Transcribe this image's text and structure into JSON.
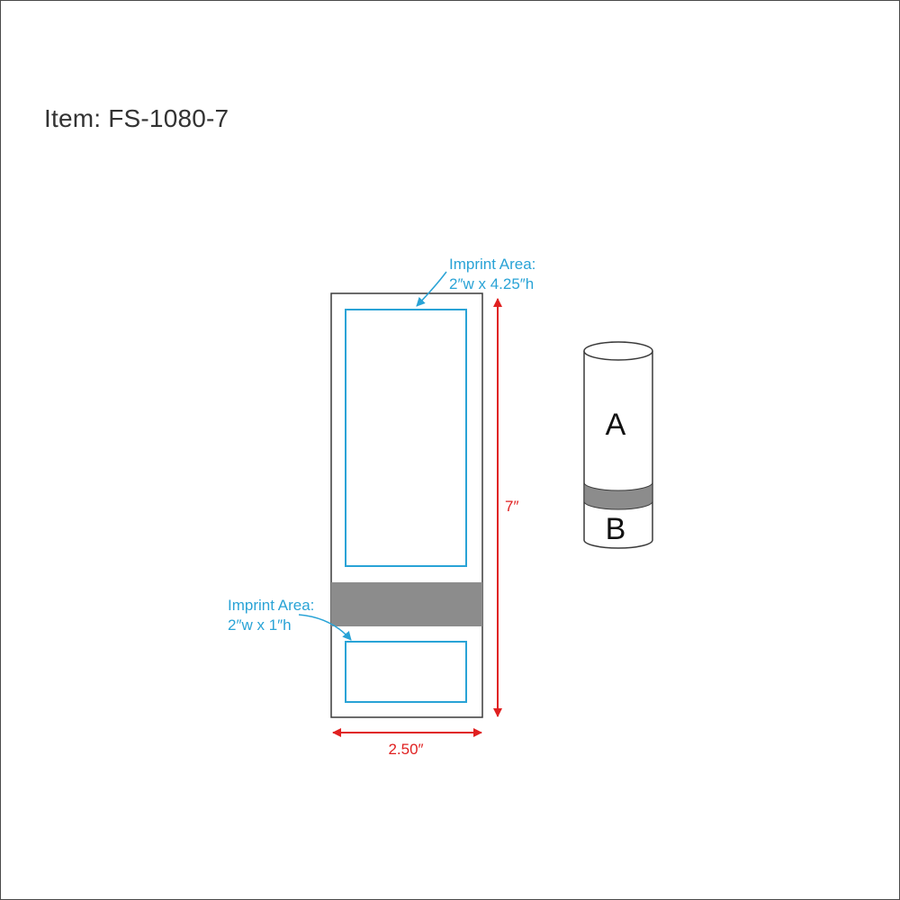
{
  "item": {
    "title": "Item: FS-1080-7"
  },
  "imprint_top": {
    "title": "Imprint Area:",
    "size": "2″w x 4.25″h"
  },
  "imprint_bottom": {
    "title": "Imprint Area:",
    "size": "2″w x 1″h"
  },
  "dimensions": {
    "height": "7″",
    "width": "2.50″"
  },
  "cylinder": {
    "label_a": "A",
    "label_b": "B"
  },
  "colors": {
    "imprint": "#29a3d6",
    "dimension": "#e02020",
    "band": "#8c8c8c",
    "outline": "#3a3a3a"
  }
}
